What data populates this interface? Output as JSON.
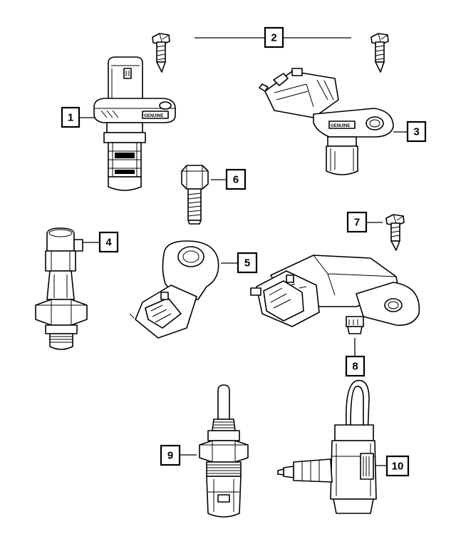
{
  "diagram": {
    "callouts": [
      {
        "id": "1",
        "label": "1"
      },
      {
        "id": "2",
        "label": "2"
      },
      {
        "id": "3",
        "label": "3"
      },
      {
        "id": "4",
        "label": "4"
      },
      {
        "id": "5",
        "label": "5"
      },
      {
        "id": "6",
        "label": "6"
      },
      {
        "id": "7",
        "label": "7"
      },
      {
        "id": "8",
        "label": "8"
      },
      {
        "id": "9",
        "label": "9"
      },
      {
        "id": "10",
        "label": "10"
      }
    ],
    "imprints": {
      "part1": "GENUINE",
      "part3": "GENUINE"
    }
  }
}
